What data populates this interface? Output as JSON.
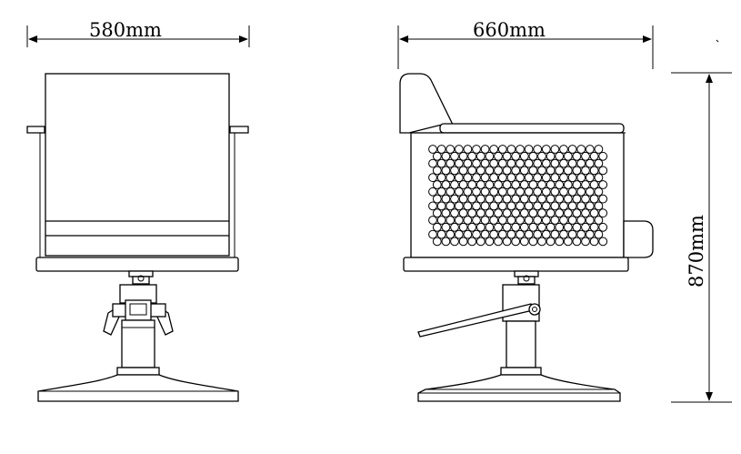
{
  "dimensions": {
    "front_width": "580mm",
    "side_depth": "660mm",
    "height": "870mm"
  },
  "views": {
    "front": "front-view",
    "side": "side-view"
  }
}
